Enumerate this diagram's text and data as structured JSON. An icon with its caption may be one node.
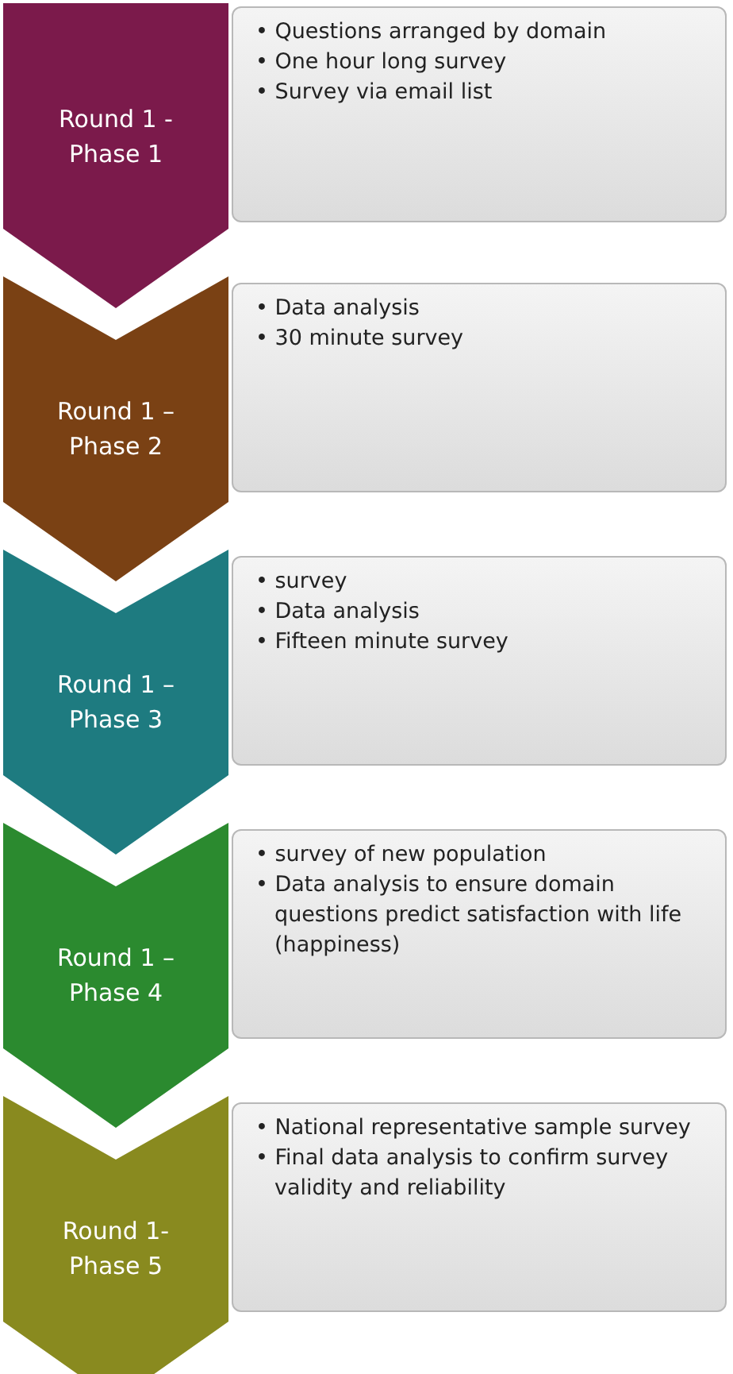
{
  "diagram": {
    "nodes": [
      {
        "text": [
          "Round 1 - Phase 1"
        ]
      },
      {
        "text": [
          "• Questions arranged by domain",
          "• One hour long survey",
          "• Survey via email list"
        ]
      },
      {
        "text": [
          "Round 1 – Phase 2"
        ]
      },
      {
        "text": [
          "• Data analysis",
          "• 30 minute survey"
        ]
      },
      {
        "text": [
          "Round 1 – Phase 3"
        ]
      },
      {
        "text": [
          "• survey",
          "• Data analysis",
          "• Fifteen minute survey"
        ]
      },
      {
        "text": [
          "Round 1 – Phase 4"
        ]
      },
      {
        "text": [
          "• survey of new population",
          "• Data analysis to ensure domain questions predict satisfaction with life (happiness)"
        ]
      },
      {
        "text": [
          "Round 1- Phase 5"
        ]
      },
      {
        "text": [
          "• National representative sample survey",
          "• Final data analysis to confirm survey validity and reliability"
        ]
      }
    ]
  }
}
